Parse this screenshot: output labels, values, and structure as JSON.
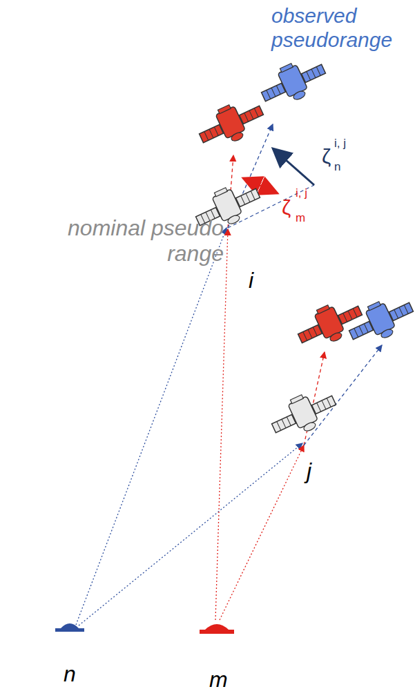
{
  "diagram": {
    "labels": [
      "observed pseudorange",
      "ζ",
      "i, j",
      "n",
      "ζ",
      "i, j",
      "m",
      "nominal pseudo range",
      "i",
      "j",
      "n",
      "m"
    ]
  }
}
